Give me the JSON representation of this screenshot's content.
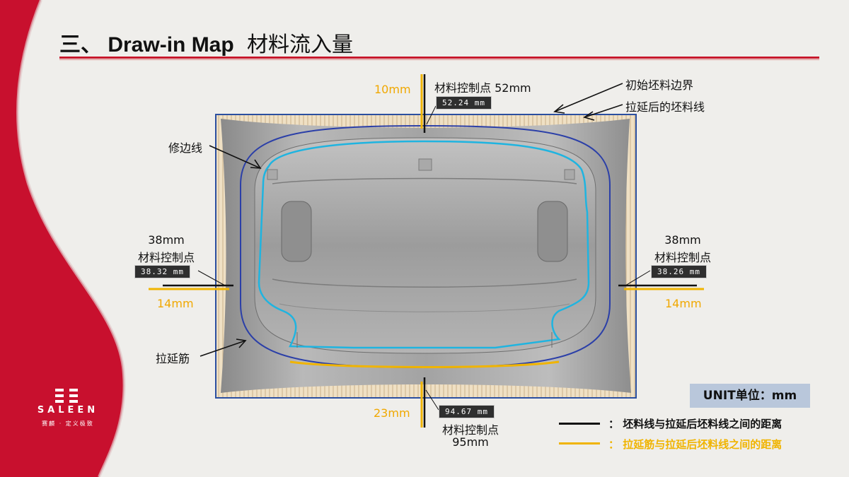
{
  "title": {
    "number": "三、",
    "main": "Draw-in Map",
    "cn": "材料流入量"
  },
  "logo": {
    "word": "SALEEN",
    "sub": "赛麟 · 定义极致"
  },
  "labels": {
    "top_offset": "10mm",
    "top_point": "材料控制点  52mm",
    "top_tag": "52.24 mm",
    "initial_blank": "初始坯料边界",
    "after_draw": "拉延后的坯料线",
    "trim_line": "修边线",
    "left_value": "38mm",
    "left_point": "材料控制点",
    "left_tag": "38.32 mm",
    "left_offset": "14mm",
    "right_value": "38mm",
    "right_point": "材料控制点",
    "right_tag": "38.26 mm",
    "right_offset": "14mm",
    "draw_bead": "拉延筋",
    "bottom_offset": "23mm",
    "bottom_tag": "94.67 mm",
    "bottom_point": "材料控制点",
    "bottom_value": "95mm"
  },
  "unit": "UNIT单位：mm",
  "legend": [
    {
      "text": "：  坯料线与拉延后坯料线之间的距离",
      "color": "#111111"
    },
    {
      "text": "：  拉延筋与拉延后坯料线之间的距离",
      "color": "#f0b400"
    }
  ],
  "colors": {
    "accent_red": "#c8182c",
    "orange": "#f0b400",
    "blank_outline": "#2b4fa0",
    "trim_line": "#22b8e0"
  }
}
